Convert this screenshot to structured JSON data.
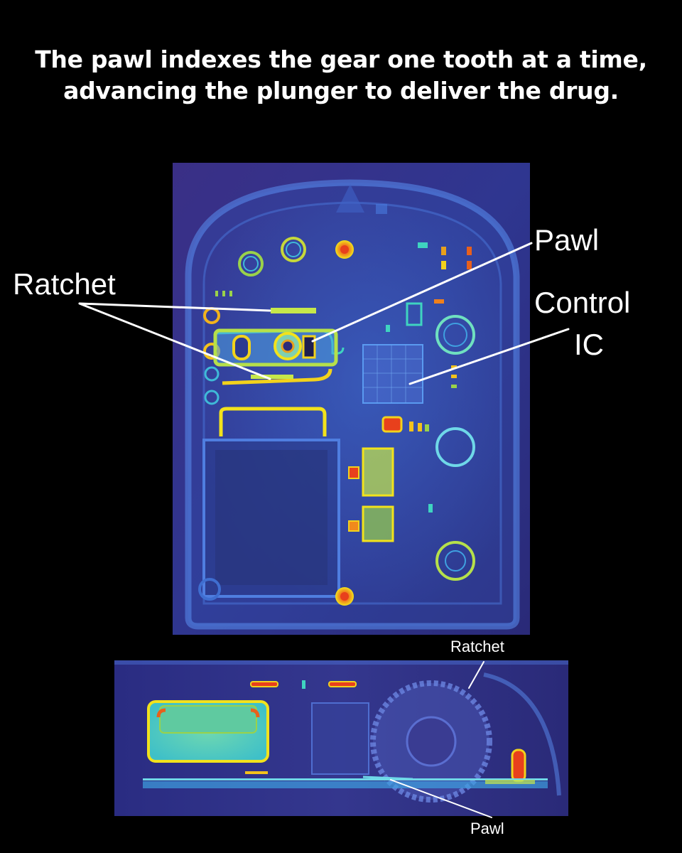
{
  "headline": {
    "line1": "The pawl indexes the gear one tooth at a time,",
    "line2": "advancing the plunger to deliver the drug."
  },
  "top_scan": {
    "labels": {
      "ratchet": "Ratchet",
      "pawl": "Pawl",
      "control_line1": "Control",
      "control_line2": "IC"
    }
  },
  "bottom_scan": {
    "labels": {
      "ratchet": "Ratchet",
      "pawl": "Pawl"
    }
  },
  "colors": {
    "background": "#000000",
    "scan_base": "#2c2b7a",
    "highlight_cyan": "#2fd4e0",
    "highlight_yellow": "#f2e21c",
    "highlight_red": "#e8401c"
  }
}
